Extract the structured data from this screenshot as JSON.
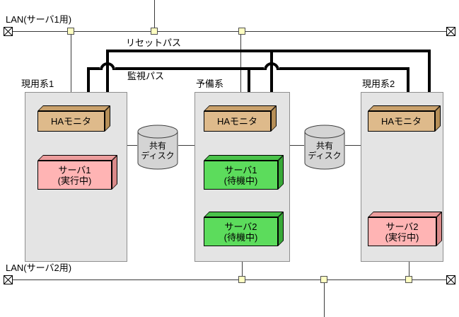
{
  "diagram": {
    "lans": {
      "top": {
        "label": "LAN(サーバ1用)"
      },
      "bottom": {
        "label": "LAN(サーバ2用)"
      }
    },
    "paths": {
      "reset_label": "リセットパス",
      "monitor_label": "監視パス"
    },
    "systems": [
      {
        "label": "現用系1",
        "ha": "HAモニタ",
        "servers": [
          {
            "name": "サーバ1",
            "state": "(実行中)",
            "status": "running"
          }
        ]
      },
      {
        "label": "予備系",
        "ha": "HAモニタ",
        "servers": [
          {
            "name": "サーバ1",
            "state": "(待機中)",
            "status": "standby"
          },
          {
            "name": "サーバ2",
            "state": "(待機中)",
            "status": "standby"
          }
        ]
      },
      {
        "label": "現用系2",
        "ha": "HAモニタ",
        "servers": [
          {
            "name": "サーバ2",
            "state": "(実行中)",
            "status": "running"
          }
        ]
      }
    ],
    "disks": [
      {
        "line1": "共有",
        "line2": "ディスク"
      },
      {
        "line1": "共有",
        "line2": "ディスク"
      }
    ],
    "colors": {
      "ha_monitor": "#deba8b",
      "server_running": "#ffb4b4",
      "server_standby": "#5cdc5c",
      "system_box": "#e4e4e4",
      "lan_node": "#ffffc2",
      "path_line": "#000000"
    }
  }
}
